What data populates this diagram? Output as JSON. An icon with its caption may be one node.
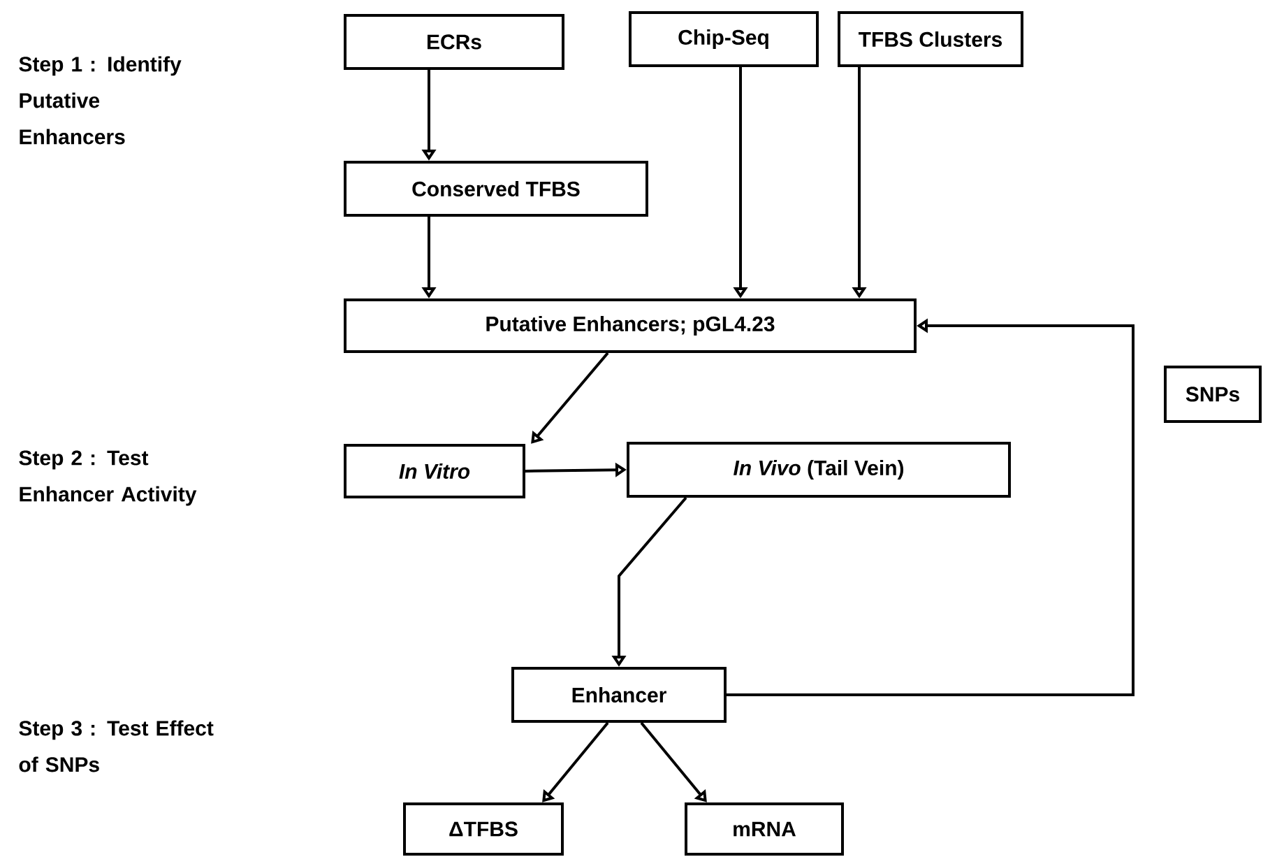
{
  "diagram": {
    "nodes": [
      {
        "text": [
          "ECRs"
        ]
      },
      {
        "text": [
          "Chip-Seq"
        ]
      },
      {
        "text": [
          "TFBS Clusters"
        ]
      },
      {
        "text": [
          "Conserved TFBS"
        ]
      },
      {
        "text": [
          "Putative Enhancers; pGL4.23"
        ]
      },
      {
        "text": [
          "In Vitro"
        ]
      },
      {
        "text": [
          "*In Vivo* (Tail Vein)"
        ]
      },
      {
        "text": [
          "Enhancer"
        ]
      },
      {
        "text": [
          "ΔTFBS"
        ]
      },
      {
        "text": [
          "mRNA"
        ]
      },
      {
        "text": [
          "SNPs"
        ]
      }
    ],
    "edges": [
      {
        "from": 0,
        "to": 3,
        "arrow": "to"
      },
      {
        "from": 3,
        "to": 4,
        "arrow": "to"
      },
      {
        "from": 1,
        "to": 4,
        "arrow": "to"
      },
      {
        "from": 2,
        "to": 4,
        "arrow": "to"
      },
      {
        "from": 4,
        "to": 5,
        "arrow": "to"
      },
      {
        "from": 5,
        "to": 6,
        "arrow": "to"
      },
      {
        "from": 6,
        "to": 7,
        "arrow": "to"
      },
      {
        "from": 7,
        "to": 8,
        "arrow": "to"
      },
      {
        "from": 7,
        "to": 9,
        "arrow": "to"
      },
      {
        "from": 7,
        "to": 4,
        "arrow": "to"
      }
    ],
    "labels": [
      "Step 1 : Identify Putative Enhancers",
      "Step 2 : Test Enhancer Activity",
      "Step 3 : Test Effect of SNPs"
    ]
  }
}
